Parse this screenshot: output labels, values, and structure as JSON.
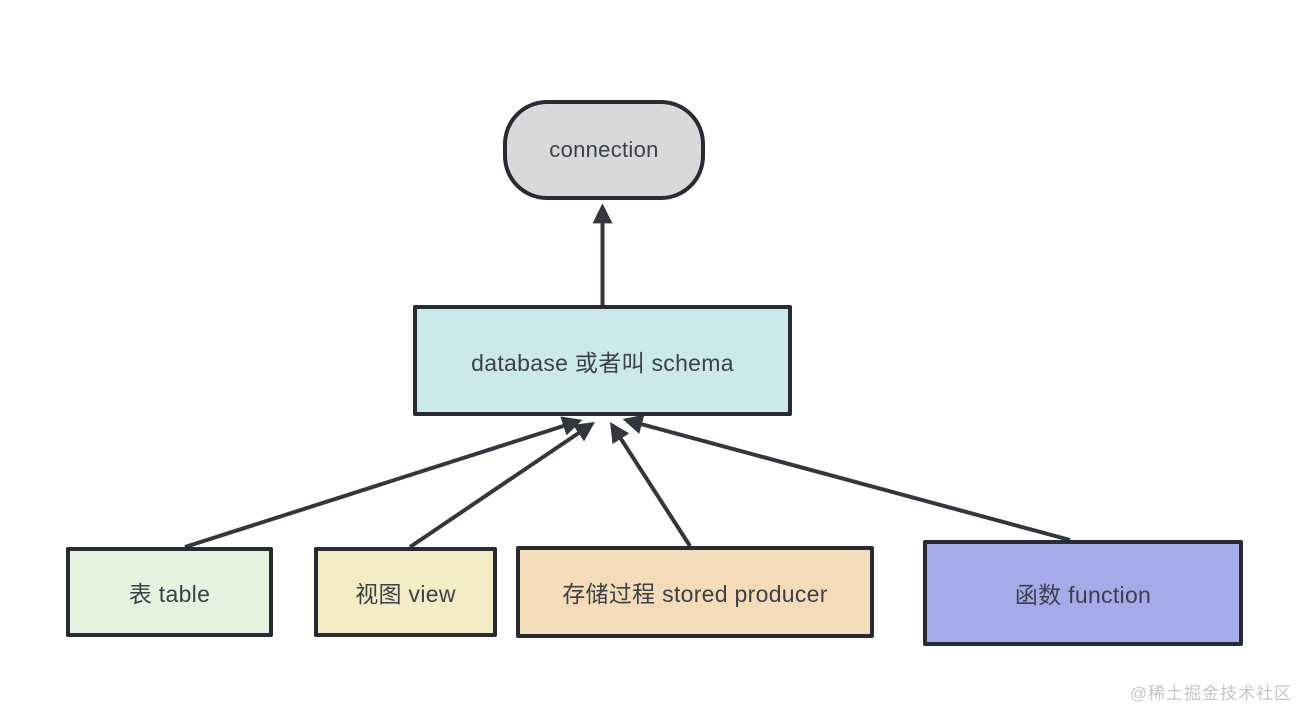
{
  "diagram": {
    "nodes": {
      "connection": {
        "label": "connection",
        "fill": "#d9d9d9",
        "shape": "rounded-pill"
      },
      "database": {
        "label": "database 或者叫 schema",
        "fill": "#cbe9eb",
        "shape": "rect"
      },
      "table": {
        "label": "表 table",
        "fill": "#e4f2e0",
        "shape": "rect"
      },
      "view": {
        "label": "视图 view",
        "fill": "#f3ecc4",
        "shape": "rect"
      },
      "producer": {
        "label": "存储过程 stored producer",
        "fill": "#f5dcb8",
        "shape": "rect"
      },
      "function": {
        "label": "函数 function",
        "fill": "#a5aae9",
        "shape": "rect"
      }
    },
    "edges": [
      {
        "from": "database",
        "to": "connection"
      },
      {
        "from": "table",
        "to": "database"
      },
      {
        "from": "view",
        "to": "database"
      },
      {
        "from": "producer",
        "to": "database"
      },
      {
        "from": "function",
        "to": "database"
      }
    ],
    "colors": {
      "border": "#272c34",
      "line": "#33373d",
      "text": "#3b4148",
      "watermark": "#c6c6c6"
    },
    "watermark": "@稀土掘金技术社区"
  }
}
